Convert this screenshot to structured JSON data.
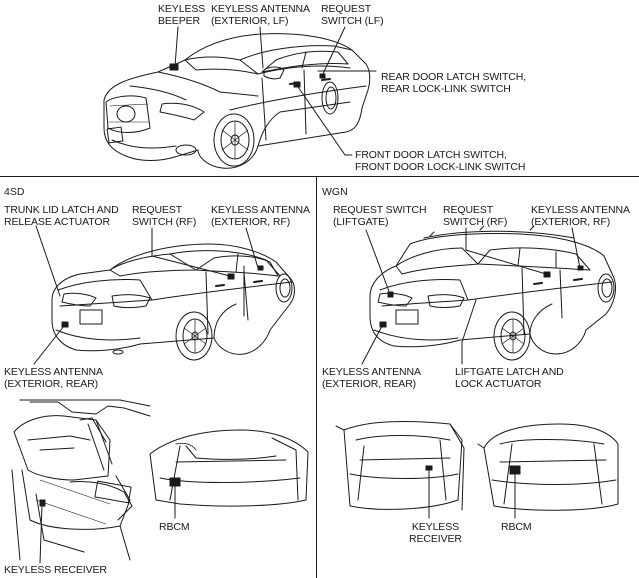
{
  "top": {
    "keyless_beeper": [
      "KEYLESS",
      "BEEPER"
    ],
    "keyless_antenna_lf": [
      "KEYLESS ANTENNA",
      "(EXTERIOR, LF)"
    ],
    "request_switch_lf": [
      "REQUEST",
      "SWITCH (LF)"
    ],
    "rear_door_latch": [
      "REAR DOOR LATCH SWITCH,",
      "REAR LOCK-LINK SWITCH"
    ],
    "front_door_latch": [
      "FRONT DOOR LATCH SWITCH,",
      "FRONT DOOR LOCK-LINK SWITCH"
    ]
  },
  "sd": {
    "section_label": "4SD",
    "trunk_lid": [
      "TRUNK LID LATCH AND",
      "RELEASE ACTUATOR"
    ],
    "request_switch_rf": [
      "REQUEST",
      "SWITCH (RF)"
    ],
    "keyless_antenna_rf": [
      "KEYLESS ANTENNA",
      "(EXTERIOR, RF)"
    ],
    "keyless_antenna_rear": [
      "KEYLESS ANTENNA",
      "(EXTERIOR, REAR)"
    ],
    "rbcm": "RBCM",
    "keyless_receiver": "KEYLESS RECEIVER"
  },
  "wgn": {
    "section_label": "WGN",
    "request_switch_liftgate": [
      "REQUEST SWITCH",
      "(LIFTGATE)"
    ],
    "request_switch_rf": [
      "REQUEST",
      "SWITCH (RF)"
    ],
    "keyless_antenna_rf": [
      "KEYLESS ANTENNA",
      "(EXTERIOR, RF)"
    ],
    "keyless_antenna_rear": [
      "KEYLESS ANTENNA",
      "(EXTERIOR, REAR)"
    ],
    "liftgate_latch": [
      "LIFTGATE LATCH AND",
      "LOCK ACTUATOR"
    ],
    "keyless_receiver": [
      "KEYLESS",
      "RECEIVER"
    ],
    "rbcm": "RBCM"
  }
}
